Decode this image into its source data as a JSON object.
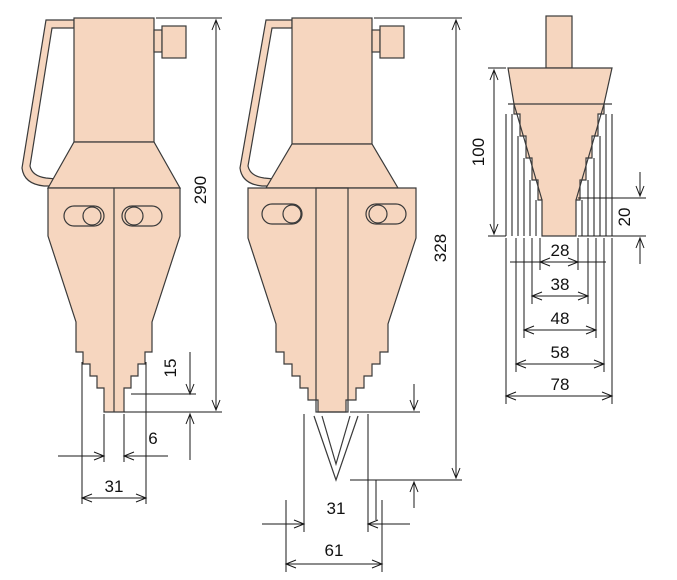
{
  "colors": {
    "part_fill": "#f6d6bf",
    "outline": "#3a3a3a",
    "dimension": "#1a1a1a"
  },
  "left_view": {
    "dim_overall": "290",
    "dim_step": "15",
    "dim_tip": "6",
    "dim_width": "31"
  },
  "middle_view": {
    "dim_overall": "328",
    "dim_inner_width": "31",
    "dim_outer_width": "61"
  },
  "right_view": {
    "dim_height": "100",
    "dim_step": "20",
    "dim_w1": "28",
    "dim_w2": "38",
    "dim_w3": "48",
    "dim_w4": "58",
    "dim_w5": "78"
  }
}
